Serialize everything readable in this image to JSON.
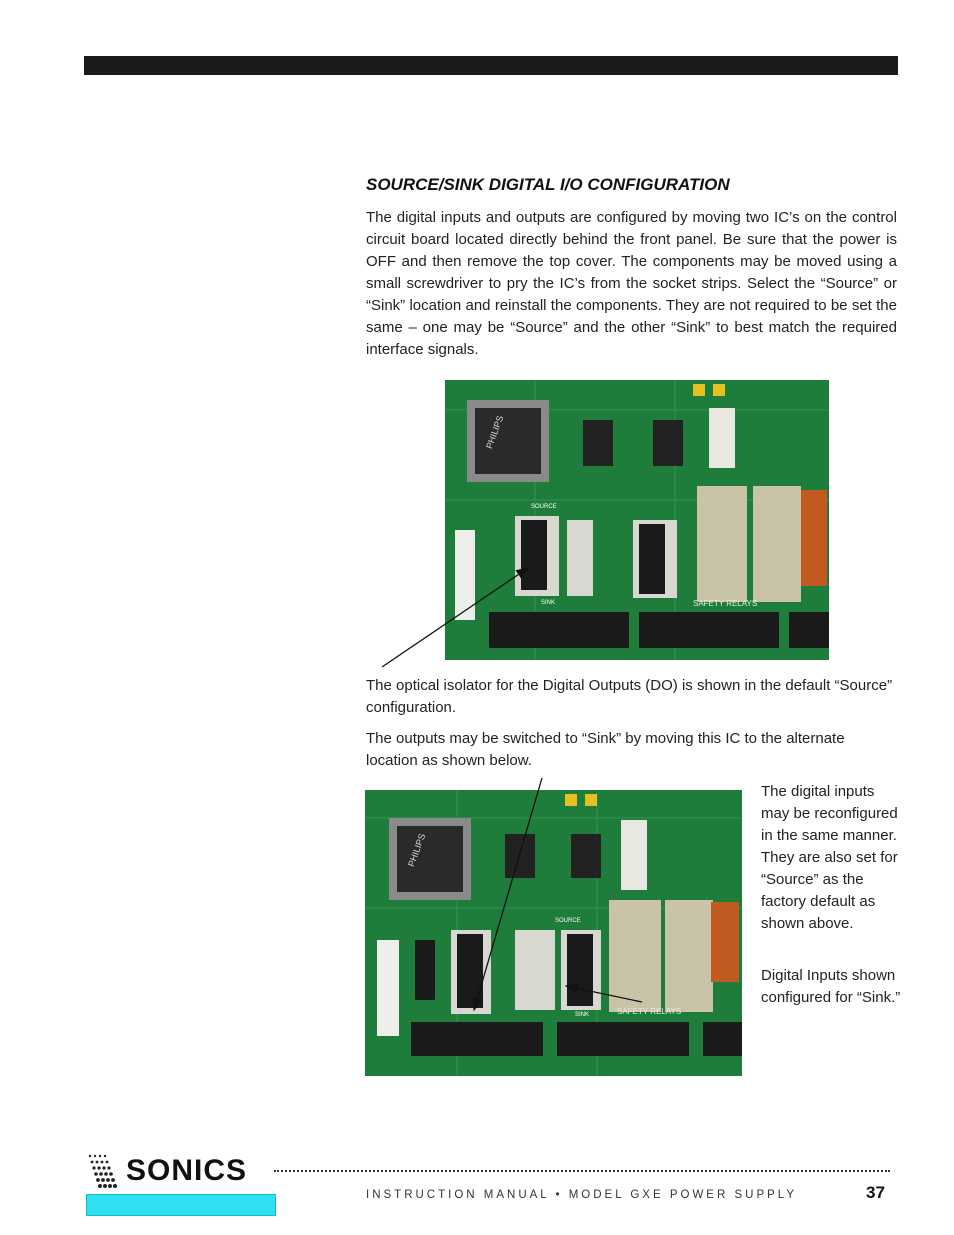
{
  "section": {
    "title": "SOURCE/SINK DIGITAL I/O CONFIGURATION",
    "body": "The digital inputs and outputs are configured by moving two IC’s on the control circuit board located directly behind the front panel.  Be sure that the power is OFF and then remove the top cover. The components may be moved using a small screwdriver to pry the IC’s from the socket strips. Select the “Source” or “Sink” location and reinstall the components.  They are not required to be set the same – one may be “Source” and the other “Sink” to best match the required interface signals."
  },
  "captions": {
    "default_source": "The optical isolator for the Digital Outputs (DO) is shown in the default “Source” configuration.",
    "switch_sink": "The outputs may be switched to “Sink” by moving this IC to the alternate location as shown below.",
    "inputs_reconfig": "The digital inputs may be reconfigured in the same manner. They are also set for “Source” as the factory default as shown above.",
    "inputs_sink": "Digital Inputs shown configured for “Sink.”"
  },
  "photos": {
    "board_top": {
      "chip": "PHILIPS",
      "silk_source": "SOURCE",
      "silk_sink": "SINK",
      "silk_relays": "SAFETY RELAYS"
    },
    "board_bottom": {
      "chip": "PHILIPS",
      "silk_source": "SOURCE",
      "silk_sink": "SINK",
      "silk_relays": "SAFETY RELAYS"
    }
  },
  "footer": {
    "logo": "SONICS",
    "manual": "INSTRUCTION MANUAL • MODEL GXE POWER SUPPLY",
    "page": "37"
  },
  "colors": {
    "pcb_green": "#1d7a3a",
    "logo_bar": "#2fe0f0"
  }
}
